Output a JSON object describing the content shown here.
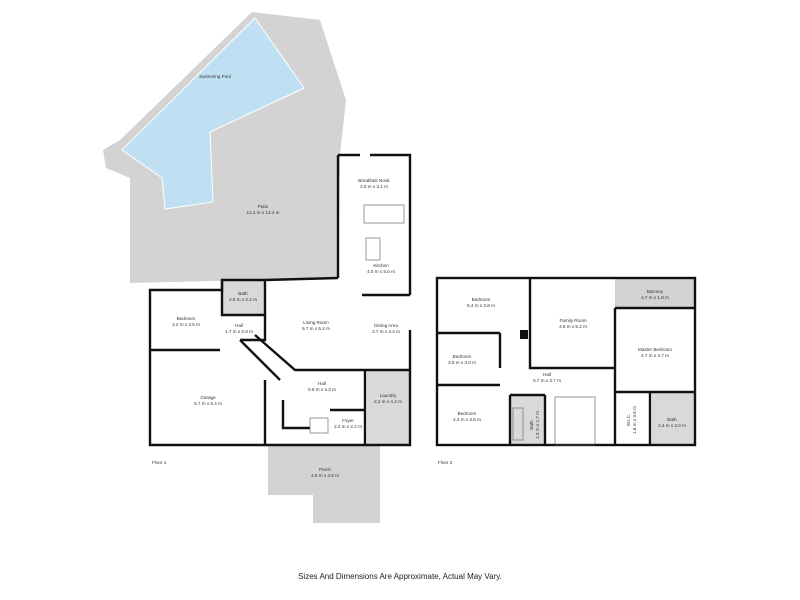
{
  "colors": {
    "pool": "#bfe0f3",
    "outdoor": "#d3d3d3",
    "wet_room": "#d9d9d9",
    "wall": "#111111"
  },
  "floors": [
    {
      "label": "Floor 1",
      "rooms": [
        {
          "name": "Swimming Pool",
          "dims": ""
        },
        {
          "name": "Patio",
          "dims": "12.2 m x 13.4 m"
        },
        {
          "name": "Breakfast Nook",
          "dims": "4.0 m x 3.1 m"
        },
        {
          "name": "Kitchen",
          "dims": "4.0 m x 5.0 m"
        },
        {
          "name": "Bath",
          "dims": "2.5 m x 2.2 m"
        },
        {
          "name": "Bedroom",
          "dims": "4.2 m x 3.5 m"
        },
        {
          "name": "Hall",
          "dims": "1.7 m x 2.8 m"
        },
        {
          "name": "Living Room",
          "dims": "5.7 m x 5.2 m"
        },
        {
          "name": "Dining Area",
          "dims": "2.7 m x 4.4 m"
        },
        {
          "name": "Garage",
          "dims": "6.7 m x 5.4 m"
        },
        {
          "name": "Hall",
          "dims": "5.8 m x 3.3 m"
        },
        {
          "name": "Laundry",
          "dims": "2.2 m x 4.4 m"
        },
        {
          "name": "Foyer",
          "dims": "2.2 m x 2.2 m"
        },
        {
          "name": "Porch",
          "dims": "4.6 m x 4.5 m"
        }
      ]
    },
    {
      "label": "Floor 2",
      "rooms": [
        {
          "name": "Bedroom",
          "dims": "5.4 m x 3.8 m"
        },
        {
          "name": "Family Room",
          "dims": "4.8 m x 5.2 m"
        },
        {
          "name": "Balcony",
          "dims": "4.7 m x 1.8 m"
        },
        {
          "name": "Master Bedroom",
          "dims": "4.7 m x 4.7 m"
        },
        {
          "name": "Bedroom",
          "dims": "3.5 m x 3.0 m"
        },
        {
          "name": "Hall",
          "dims": "6.7 m x 3.7 m"
        },
        {
          "name": "Bedroom",
          "dims": "4.3 m x 3.6 m"
        },
        {
          "name": "Bath",
          "dims": "2.3 m x 2.7 m"
        },
        {
          "name": "W.I.C.",
          "dims": "1.6 m x 3.6 m"
        },
        {
          "name": "Bath",
          "dims": "2.4 m x 3.0 m"
        }
      ]
    }
  ],
  "footer": "Sizes And Dimensions Are Approximate, Actual May Vary."
}
